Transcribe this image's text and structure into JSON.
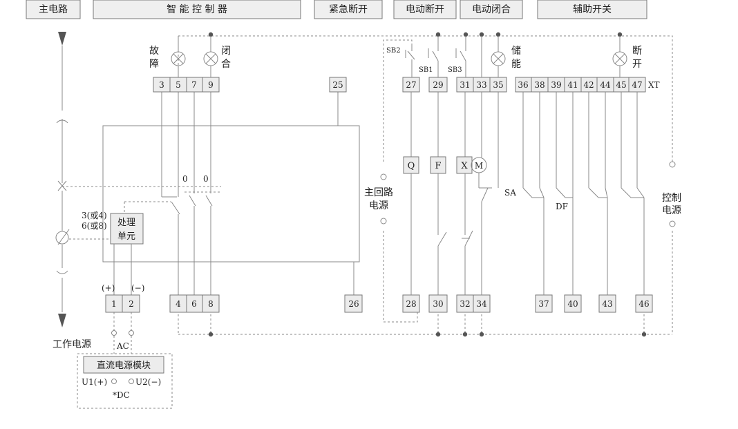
{
  "headers": [
    "主电路",
    "智 能 控 制 器",
    "紧急断开",
    "电动断开",
    "电动闭合",
    "辅助开关"
  ],
  "terminals_top": [
    "3",
    "5",
    "7",
    "9",
    "25",
    "27",
    "29",
    "31",
    "33",
    "35",
    "36",
    "38",
    "39",
    "41",
    "42",
    "44",
    "45",
    "47"
  ],
  "terminals_bottom": [
    "1",
    "2",
    "4",
    "6",
    "8",
    "26",
    "28",
    "30",
    "32",
    "34",
    "37",
    "40",
    "43",
    "46"
  ],
  "labels": {
    "fault_1": "故",
    "fault_2": "障",
    "close_1": "闭",
    "close_2": "合",
    "store_1": "储",
    "store_2": "能",
    "open_1": "断",
    "open_2": "开",
    "xt": "XT",
    "sb2": "SB2",
    "sb1": "SB1",
    "sb3": "SB3",
    "zero_a": "0",
    "zero_b": "0",
    "main_loop_power_1": "主回路",
    "main_loop_power_2": "电源",
    "control_power_1": "控制",
    "control_power_2": "电源",
    "sa": "SA",
    "df": "DF",
    "ct_1": "3(或4)",
    "ct_2": "6(或8)",
    "proc_1": "处理",
    "proc_2": "单元",
    "plus": "(+)",
    "minus": "(−)",
    "work_power": "工作电源",
    "ac": "AC",
    "dc_module": "直流电源模块",
    "u1": "U1(+)",
    "u2": "U2(−)",
    "dc": "*DC",
    "coil_q": "Q",
    "coil_f": "F",
    "coil_x": "X",
    "motor_m": "M"
  }
}
